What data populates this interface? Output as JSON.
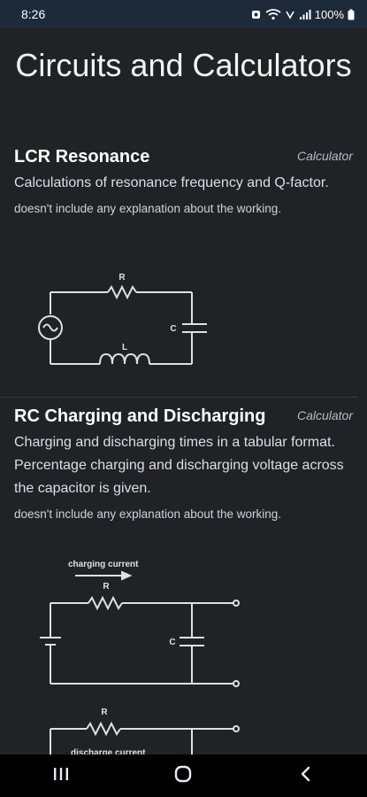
{
  "status": {
    "time": "8:26",
    "battery": "100%"
  },
  "title": "Circuits and Calculators",
  "cards": [
    {
      "title": "LCR Resonance",
      "tag": "Calculator",
      "description": "Calculations of resonance frequency and Q-factor.",
      "note": "doesn't include any explanation about the working.",
      "diagram": {
        "r_label": "R",
        "l_label": "L",
        "c_label": "C"
      }
    },
    {
      "title": "RC Charging and Discharging",
      "tag": "Calculator",
      "description": "Charging and discharging times in a tabular format. Percentage charging and discharging voltage across the capacitor is given.",
      "note": "doesn't include any explanation about the working.",
      "diagram": {
        "charging_label": "charging current",
        "r_label": "R",
        "c_label": "C",
        "r2_label": "R",
        "discharge_label": "discharge current"
      }
    }
  ],
  "colors": {
    "background": "#202226",
    "status_bar": "#1d2a3a",
    "circuit_line": "#e0e0e0"
  },
  "icons": {
    "recents": "recents-icon",
    "home": "home-icon",
    "back": "back-icon"
  }
}
